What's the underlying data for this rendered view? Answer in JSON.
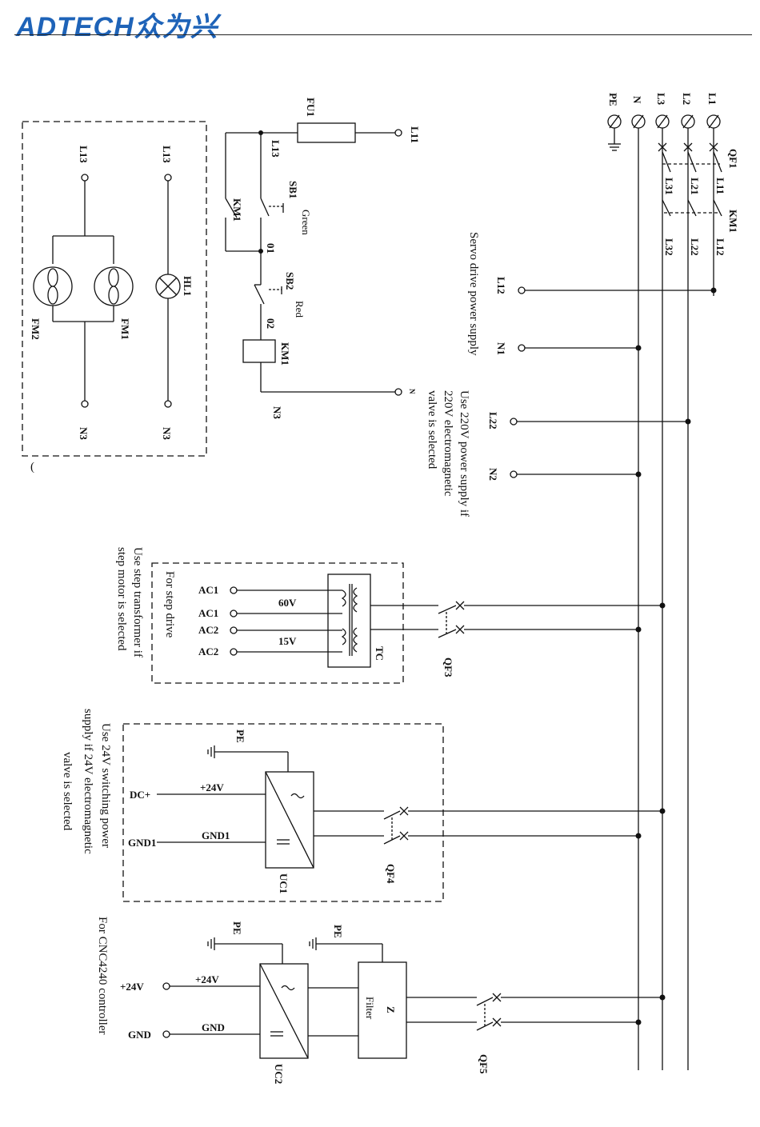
{
  "header": {
    "logo_text": "ADTECH众为兴"
  },
  "mains": {
    "PE": "PE",
    "N": "N",
    "L1": "L1",
    "L2": "L2",
    "L3": "L3",
    "QF1": "QF1",
    "KM1": "KM1",
    "L11": "L11",
    "L21": "L21",
    "L31": "L31",
    "L12": "L12",
    "L22": "L22",
    "L32": "L32"
  },
  "servo": {
    "L12": "L12",
    "N1": "N1",
    "note": "Servo drive power supply"
  },
  "valve220": {
    "L22": "L22",
    "N2": "N2",
    "note_lines": [
      "Use 220V power supply if",
      "220V electromagnetic",
      "valve is selected"
    ]
  },
  "control": {
    "FU1": "FU1",
    "L11": "L11",
    "L13": "L13",
    "SB1": "SB1",
    "SB1_color": "Green",
    "KM1_contact": "KM1",
    "node01": "01",
    "SB2": "SB2",
    "SB2_color": "Red",
    "node02": "02",
    "KM1_coil": "KM1",
    "N3": "N3",
    "N": "N"
  },
  "fan_panel": {
    "L13a": "L13",
    "L13b": "L13",
    "HL1": "HL1",
    "FM1": "FM1",
    "FM2": "FM2",
    "N3a": "N3",
    "N3b": "N3",
    "mark": "("
  },
  "step": {
    "QF3": "QF3",
    "TC": "TC",
    "v60": "60V",
    "v15": "15V",
    "AC1a": "AC1",
    "AC1b": "AC1",
    "AC2a": "AC2",
    "AC2b": "AC2",
    "inner": "For step drive",
    "note_lines": [
      "Use step transformer if",
      "step motor is selected"
    ]
  },
  "sw24": {
    "QF4": "QF4",
    "UC1": "UC1",
    "PE": "PE",
    "p24": "+24V",
    "gnd1": "GND1",
    "DCp": "DC+",
    "GND1": "GND1",
    "note_lines": [
      "Use 24V switching power",
      "supply if 24V electromagnetic",
      "valve is selected"
    ]
  },
  "cnc": {
    "QF5": "QF5",
    "UC2": "UC2",
    "filter": "Filter",
    "Z": "Z",
    "PE1": "PE",
    "PE2": "PE",
    "p24": "+24V",
    "gnd": "GND",
    "t24": "+24V",
    "tgnd": "GND",
    "note": "For CNC4240 controller"
  },
  "colors": {
    "logo": "#1e63b8",
    "line": "#111111"
  }
}
